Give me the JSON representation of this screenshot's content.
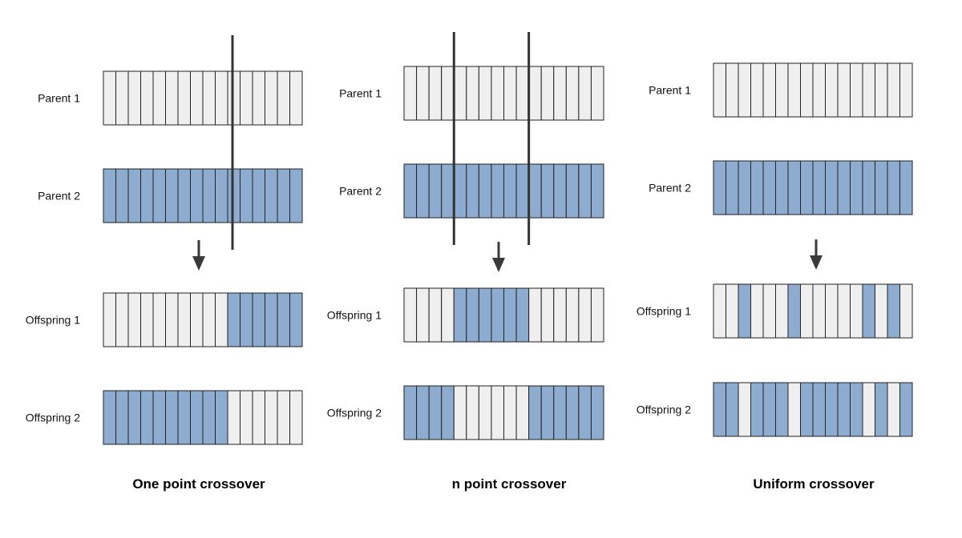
{
  "colors": {
    "light": "#efefef",
    "blue": "#8eabd0",
    "stroke": "#222222",
    "cut": "#333333",
    "arrow": "#3a3a3a"
  },
  "panels": [
    {
      "title": "One point crossover",
      "rows": [
        {
          "label": "Parent 1",
          "genes": "LLLLLLLLLLLLLLLL"
        },
        {
          "label": "Parent 2",
          "genes": "BBBBBBBBBBBBBBBB"
        },
        {
          "label": "Offspring 1",
          "genes": "LLLLLLLLLLBBBBBB"
        },
        {
          "label": "Offspring 2",
          "genes": "BBBBBBBBBBLLLLLL"
        }
      ],
      "cut_after_genes": [
        10
      ]
    },
    {
      "title": "n point crossover",
      "rows": [
        {
          "label": "Parent 1",
          "genes": "LLLLLLLLLLLLLLLL"
        },
        {
          "label": "Parent 2",
          "genes": "BBBBBBBBBBBBBBBB"
        },
        {
          "label": "Offspring 1",
          "genes": "LLLLBBBBBBLLLLLL"
        },
        {
          "label": "Offspring 2",
          "genes": "BBBBLLLLLLBBBBBB"
        }
      ],
      "cut_after_genes": [
        4,
        10
      ]
    },
    {
      "title": "Uniform crossover",
      "rows": [
        {
          "label": "Parent 1",
          "genes": "LLLLLLLLLLLLLLLL"
        },
        {
          "label": "Parent 2",
          "genes": "BBBBBBBBBBBBBBBB"
        },
        {
          "label": "Offspring 1",
          "genes": "LLBLLLBLLLLLBLBL"
        },
        {
          "label": "Offspring 2",
          "genes": "BBLBBBLBBBBBLBLB"
        }
      ],
      "cut_after_genes": []
    }
  ]
}
